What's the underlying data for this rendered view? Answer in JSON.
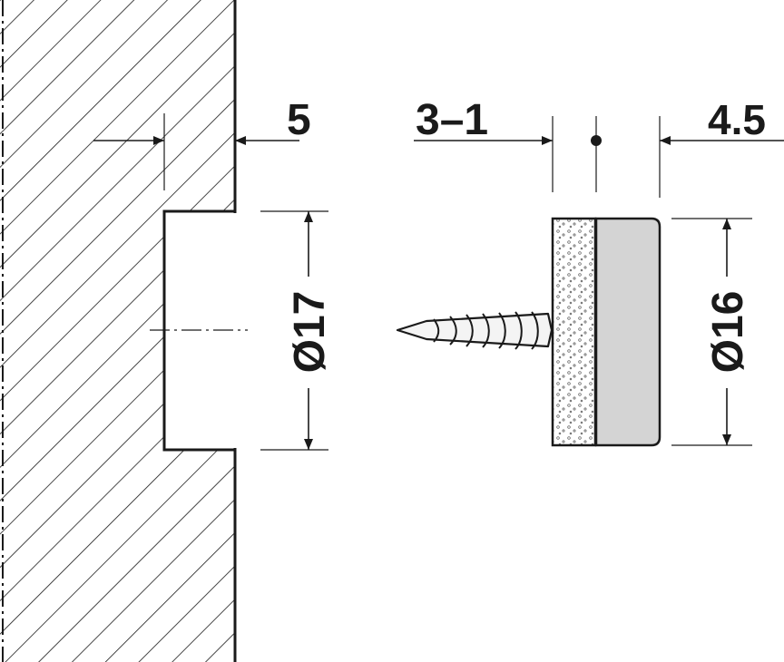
{
  "dimensions": {
    "recess_depth": "5",
    "felt_range": "3–1",
    "magnet_height": "4.5",
    "bore_diameter": "Ø17",
    "magnet_diameter": "Ø16"
  },
  "colors": {
    "line": "#1a1a1a",
    "magnet_fill": "#d4d4d4",
    "felt_fill": "#f2f2f2",
    "background": "#ffffff"
  }
}
